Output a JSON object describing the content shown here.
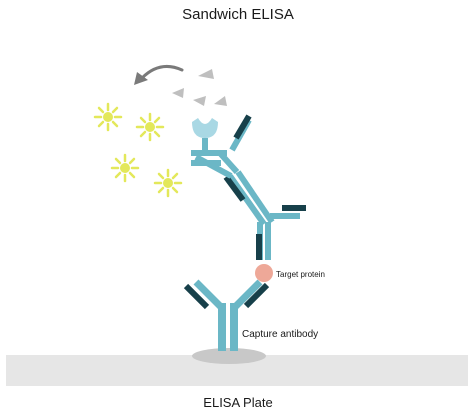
{
  "title": "Sandwich ELISA",
  "labels": {
    "target_protein": "Target protein",
    "capture_antibody": "Capture antibody",
    "plate": "ELISA Plate"
  },
  "colors": {
    "antibody_blue": "#6bb7c6",
    "antibody_dark": "#17404a",
    "target_protein": "#eea898",
    "enzyme": "#a9d8e4",
    "signal_yellow": "#e3e85a",
    "plate_gray": "#e6e6e6",
    "well_shadow": "#c8c8c8",
    "substrate_gray": "#bfbfbf",
    "arrow_gray": "#7a7a7a"
  }
}
